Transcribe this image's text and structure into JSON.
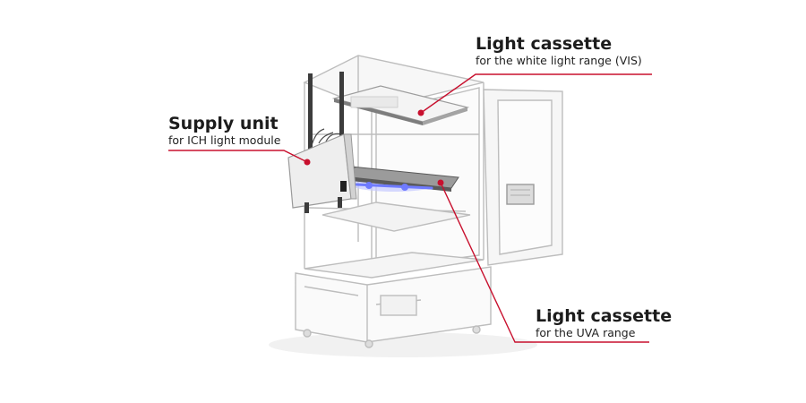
{
  "callouts": {
    "vis_cassette": {
      "title": "Light cassette",
      "subtitle": "for the white light range (VIS)"
    },
    "supply_unit": {
      "title": "Supply unit",
      "subtitle": "for ICH light module"
    },
    "uva_cassette": {
      "title": "Light cassette",
      "subtitle": "for the UVA range"
    }
  },
  "colors": {
    "leader_line": "#c8102e",
    "frame_line": "#b9b9b9",
    "uva_glow": "#6f7bff",
    "supply_box": "#eeeeee"
  }
}
